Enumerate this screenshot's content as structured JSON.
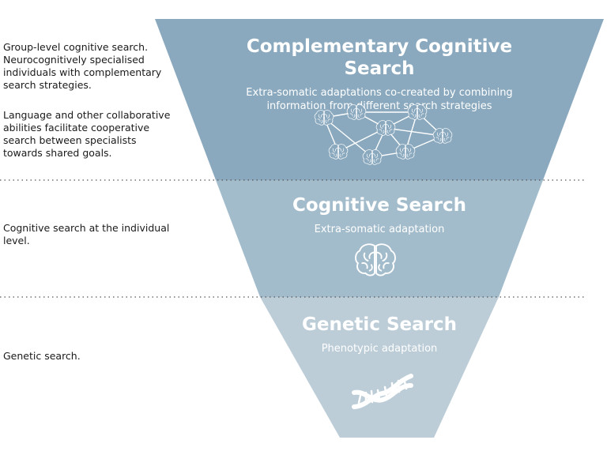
{
  "colors": {
    "top_layer": "#8aa9be",
    "middle_layer": "#a3bccc",
    "bottom_layer": "#bccdd8",
    "icon_stroke": "#ffffff",
    "divider": "#555555"
  },
  "left_notes": {
    "group_p1": "Group-level cognitive search. Neurocognitively specialised individuals with complementary search strategies.",
    "group_p2": "Language and other collaborative abilities facilitate cooperative search between specialists towards shared goals.",
    "individual": "Cognitive search at the individual level.",
    "genetic": "Genetic search."
  },
  "layers": {
    "top": {
      "title": "Complementary Cognitive Search",
      "subtitle": "Extra-somatic adaptations co-created by combining information from different search strategies",
      "icon": "brain-network-icon"
    },
    "middle": {
      "title": "Cognitive Search",
      "subtitle": "Extra-somatic adaptation",
      "icon": "brain-icon"
    },
    "bottom": {
      "title": "Genetic Search",
      "subtitle": "Phenotypic  adaptation",
      "icon": "dna-icon"
    }
  }
}
